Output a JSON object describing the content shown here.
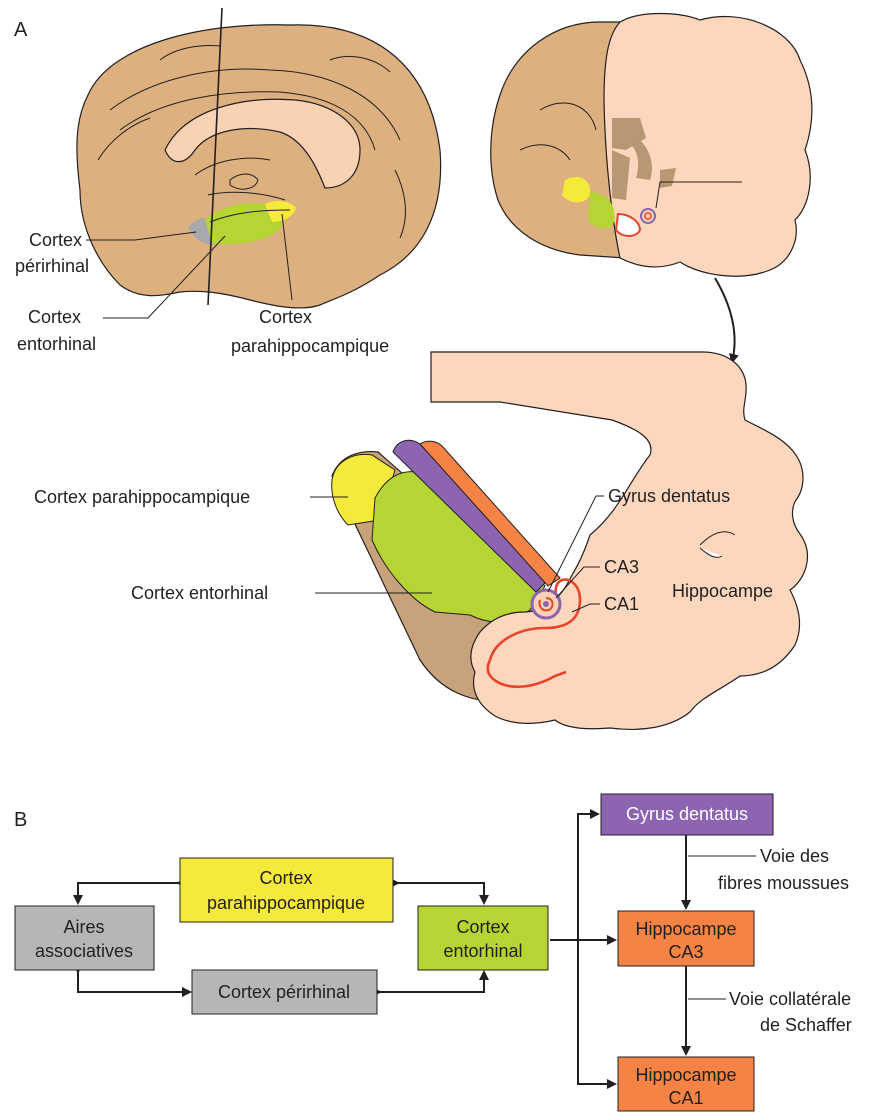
{
  "panels": {
    "a": "A",
    "b": "B"
  },
  "brain_labels": {
    "perirhinal": [
      "Cortex",
      "périrhinal"
    ],
    "entorhinal": [
      "Cortex",
      "entorhinal"
    ],
    "parahippocampal": [
      "Cortex",
      "parahippocampique"
    ]
  },
  "section_labels": {
    "parahippocampal": "Cortex parahippocampique",
    "entorhinal": "Cortex entorhinal",
    "dentate": "Gyrus dentatus",
    "ca3": "CA3",
    "ca1": "CA1",
    "hippocampus": "Hippocampe"
  },
  "boxes": {
    "associative": [
      "Aires",
      "associatives"
    ],
    "parahippocampal": [
      "Cortex",
      "parahippocampique"
    ],
    "perirhinal": [
      "Cortex périrhinal"
    ],
    "entorhinal": [
      "Cortex",
      "entorhinal"
    ],
    "dentate": [
      "Gyrus dentatus"
    ],
    "ca3": [
      "Hippocampe",
      "CA3"
    ],
    "ca1": [
      "Hippocampe",
      "CA1"
    ]
  },
  "pathways": {
    "mossy": [
      "Voie des",
      "fibres moussues"
    ],
    "schaffer": [
      "Voie collatérale",
      "de Schaffer"
    ]
  },
  "colors": {
    "brain": "#ddb07f",
    "brain_inner": "#f9d2b4",
    "tissue": "#fcd7bd",
    "perirhinal": "#a7a9ac",
    "entorhinal": "#b6d434",
    "parahippocampal": "#f5e93c",
    "dentate": "#8c64b0",
    "hippocampus": "#f58345",
    "ca_red": "#e8442a",
    "associative": "#b5b6b8",
    "outline": "#231f20"
  }
}
